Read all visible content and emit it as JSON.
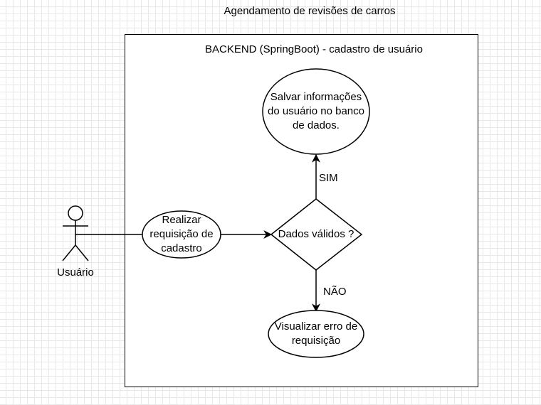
{
  "diagram": {
    "title": "Agendamento de revisões de carros",
    "system": {
      "title": "BACKEND (SpringBoot) - cadastro de usuário"
    },
    "actor": {
      "label": "Usuário"
    },
    "nodes": {
      "request": {
        "label": "Realizar requisição de cadastro"
      },
      "decision": {
        "label": "Dados válidos ?"
      },
      "save": {
        "label": "Salvar informações do usuário no banco de dados."
      },
      "error": {
        "label": "Visualizar erro de requisição"
      }
    },
    "edges": {
      "yes_label": "SIM",
      "no_label": "NÃO"
    },
    "colors": {
      "stroke": "#000000",
      "fill": "#ffffff",
      "grid": "#e8e8e8"
    }
  }
}
